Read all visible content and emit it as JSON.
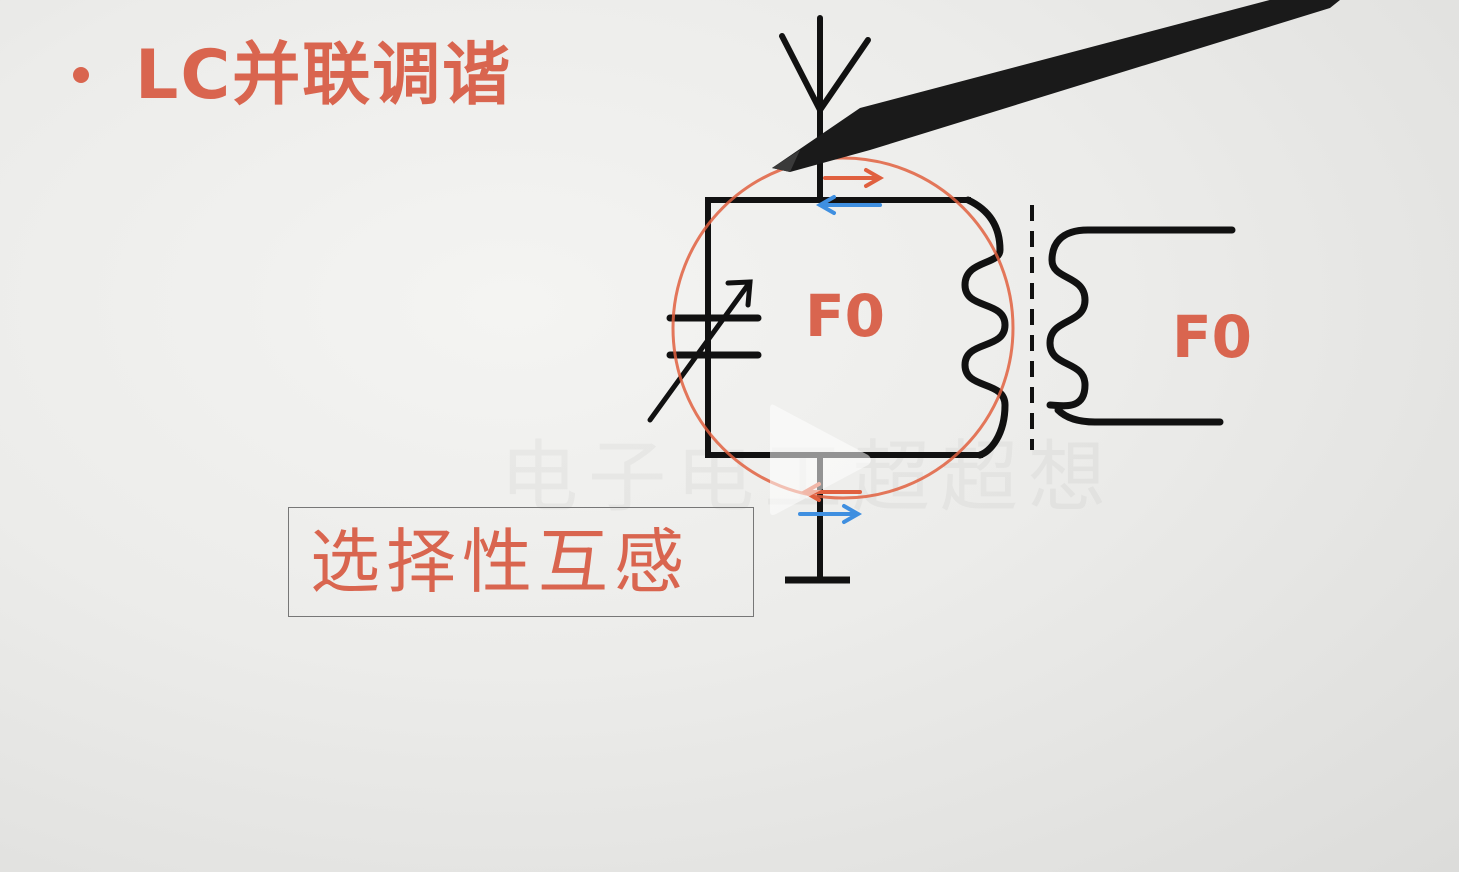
{
  "slide": {
    "heading": "LC并联调谐",
    "label": "选择性互感",
    "inner_label": "F0",
    "outer_label": "F0",
    "watermark": "电子电工超超想"
  },
  "colors": {
    "accent": "#d9654f",
    "line": "#111111",
    "arrow_blue": "#3f8fe0",
    "arrow_red": "#e0603f",
    "background": "#ececea"
  },
  "icons": {
    "bullet": "bullet-dot",
    "antenna": "antenna-icon",
    "capacitor": "variable-capacitor-icon",
    "coil": "inductor-coil-icon",
    "ground": "ground-icon",
    "play": "play-icon"
  }
}
